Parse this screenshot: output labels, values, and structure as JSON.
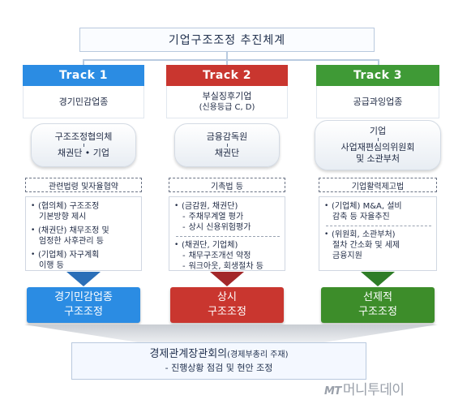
{
  "title": "기업구조조정 추진체계",
  "colors": {
    "track1": "#2b8ce3",
    "track2": "#c9362f",
    "track3": "#3f9a36",
    "track3_result": "#3d8d2a",
    "box_border": "#b9c9de"
  },
  "tracks": [
    {
      "head": "Track 1",
      "sub": [
        "경기민감업종"
      ],
      "actors": [
        "구조조정협의체",
        "채권단 • 기업"
      ],
      "basis": "관련법령 및자율협약",
      "details": [
        {
          "text": "(협의체) 구조조정",
          "cont": "기본방향 제시"
        },
        {
          "text": "(채권단) 채무조정 및",
          "cont": "엄정한 사후관리 등"
        },
        {
          "text": "(기업체) 자구계획",
          "cont": "이행 등"
        }
      ],
      "result": [
        "경기민감업종",
        "구조조정"
      ]
    },
    {
      "head": "Track 2",
      "sub": [
        "부실징후기업",
        "(신용등급 C, D)"
      ],
      "actors": [
        "금융감독원",
        "채권단"
      ],
      "basis": "기촉법 등",
      "details_a_head": "(금감원, 채권단)",
      "details_a": [
        "주채무계열 평가",
        "상시 신용위험평가"
      ],
      "details_b_head": "(채권단, 기업체)",
      "details_b": [
        "채무구조개선 약정",
        "워크아웃, 회생절차 등"
      ],
      "result": [
        "상시",
        "구조조정"
      ]
    },
    {
      "head": "Track 3",
      "sub": [
        "공급과잉업종"
      ],
      "actors": [
        "기업",
        "사업재편심의위원회",
        "및 소관부처"
      ],
      "basis": "기업활력제고법",
      "details": [
        {
          "text": "(기업체) M&A, 설비",
          "cont": "감축 등 자율추진"
        },
        {
          "text": "(위원회, 소관부처)",
          "cont": "절차 간소화 및 세제",
          "cont2": "금융지원"
        }
      ],
      "result": [
        "선제적",
        "구조조정"
      ]
    }
  ],
  "bottom": {
    "line1_main": "경제관계장관회의",
    "line1_note": "(경제부총리 주재)",
    "line2": "-  진행상황 점검 및 현안 조정"
  },
  "watermark": {
    "mt": "MT",
    "text": "머니투데이"
  }
}
